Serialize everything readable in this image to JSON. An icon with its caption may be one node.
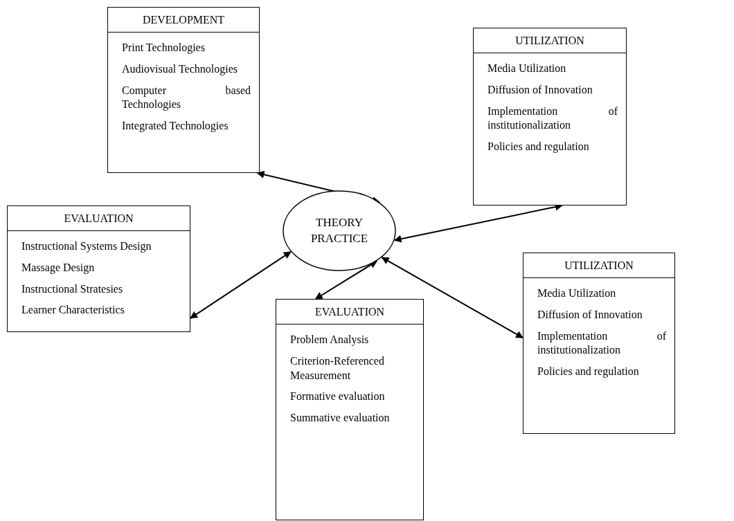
{
  "diagram": {
    "nodes": [
      {
        "text": [
          "DEVELOPMENT",
          "Print Technologies",
          "Audiovisual Technologies",
          "Computer based Technologies",
          "Integrated Technologies"
        ]
      },
      {
        "text": [
          "UTILIZATION",
          "Media Utilization",
          "Diffusion of  Innovation",
          "Implementation of institutionalization",
          "Policies and regulation"
        ]
      },
      {
        "text": [
          "EVALUATION",
          "Instructional Systems Design",
          "Massage Design",
          "Instructional Stratesies",
          "Learner Characteristics"
        ]
      },
      {
        "text": [
          "THEORY PRACTICE"
        ]
      },
      {
        "text": [
          "UTILIZATION",
          "Media Utilization",
          "Diffusion of  Innovation",
          "Implementation of institutionalization",
          "Policies and regulation"
        ]
      },
      {
        "text": [
          "EVALUATION",
          "Problem Analysis",
          "Criterion-Referenced Measurement",
          "Formative evaluation",
          "Summative evaluation"
        ]
      }
    ],
    "edges": [
      {
        "from": 0,
        "to": 3,
        "arrow": "both"
      },
      {
        "from": 3,
        "to": 1,
        "arrow": "both"
      },
      {
        "from": 2,
        "to": 3,
        "arrow": "both"
      },
      {
        "from": 3,
        "to": 5,
        "arrow": "both"
      },
      {
        "from": 3,
        "to": 4,
        "arrow": "both"
      }
    ]
  }
}
